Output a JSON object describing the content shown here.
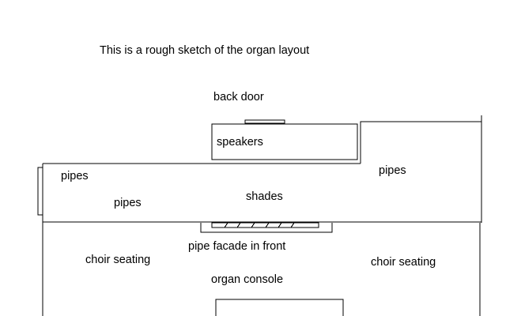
{
  "diagram": {
    "title": "This is a rough sketch of the organ layout",
    "labels": {
      "back_door": "back door",
      "speakers": "speakers",
      "pipes_left_top": "pipes",
      "pipes_left_mid": "pipes",
      "pipes_right": "pipes",
      "shades": "shades",
      "pipe_facade": "pipe facade in front",
      "choir_seating_left": "choir seating",
      "choir_seating_right": "choir seating",
      "organ_console": "organ console"
    }
  }
}
